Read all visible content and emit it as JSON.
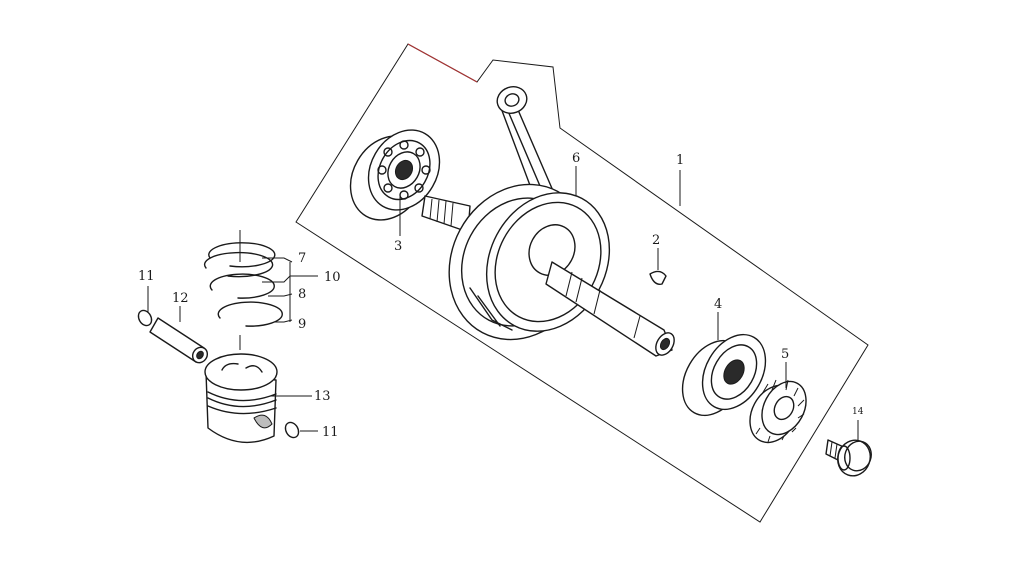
{
  "callouts": [
    {
      "id": "c1",
      "text": "1"
    },
    {
      "id": "c2",
      "text": "2"
    },
    {
      "id": "c3",
      "text": "3"
    },
    {
      "id": "c4",
      "text": "4"
    },
    {
      "id": "c5",
      "text": "5"
    },
    {
      "id": "c6",
      "text": "6"
    },
    {
      "id": "c7",
      "text": "7"
    },
    {
      "id": "c8",
      "text": "8"
    },
    {
      "id": "c9",
      "text": "9"
    },
    {
      "id": "c10",
      "text": "10"
    },
    {
      "id": "c11a",
      "text": "11"
    },
    {
      "id": "c11b",
      "text": "11"
    },
    {
      "id": "c12",
      "text": "12"
    },
    {
      "id": "c13",
      "text": "13"
    },
    {
      "id": "c14",
      "text": "14"
    }
  ],
  "colors": {
    "line": "#1a1a1a",
    "background": "#ffffff"
  }
}
